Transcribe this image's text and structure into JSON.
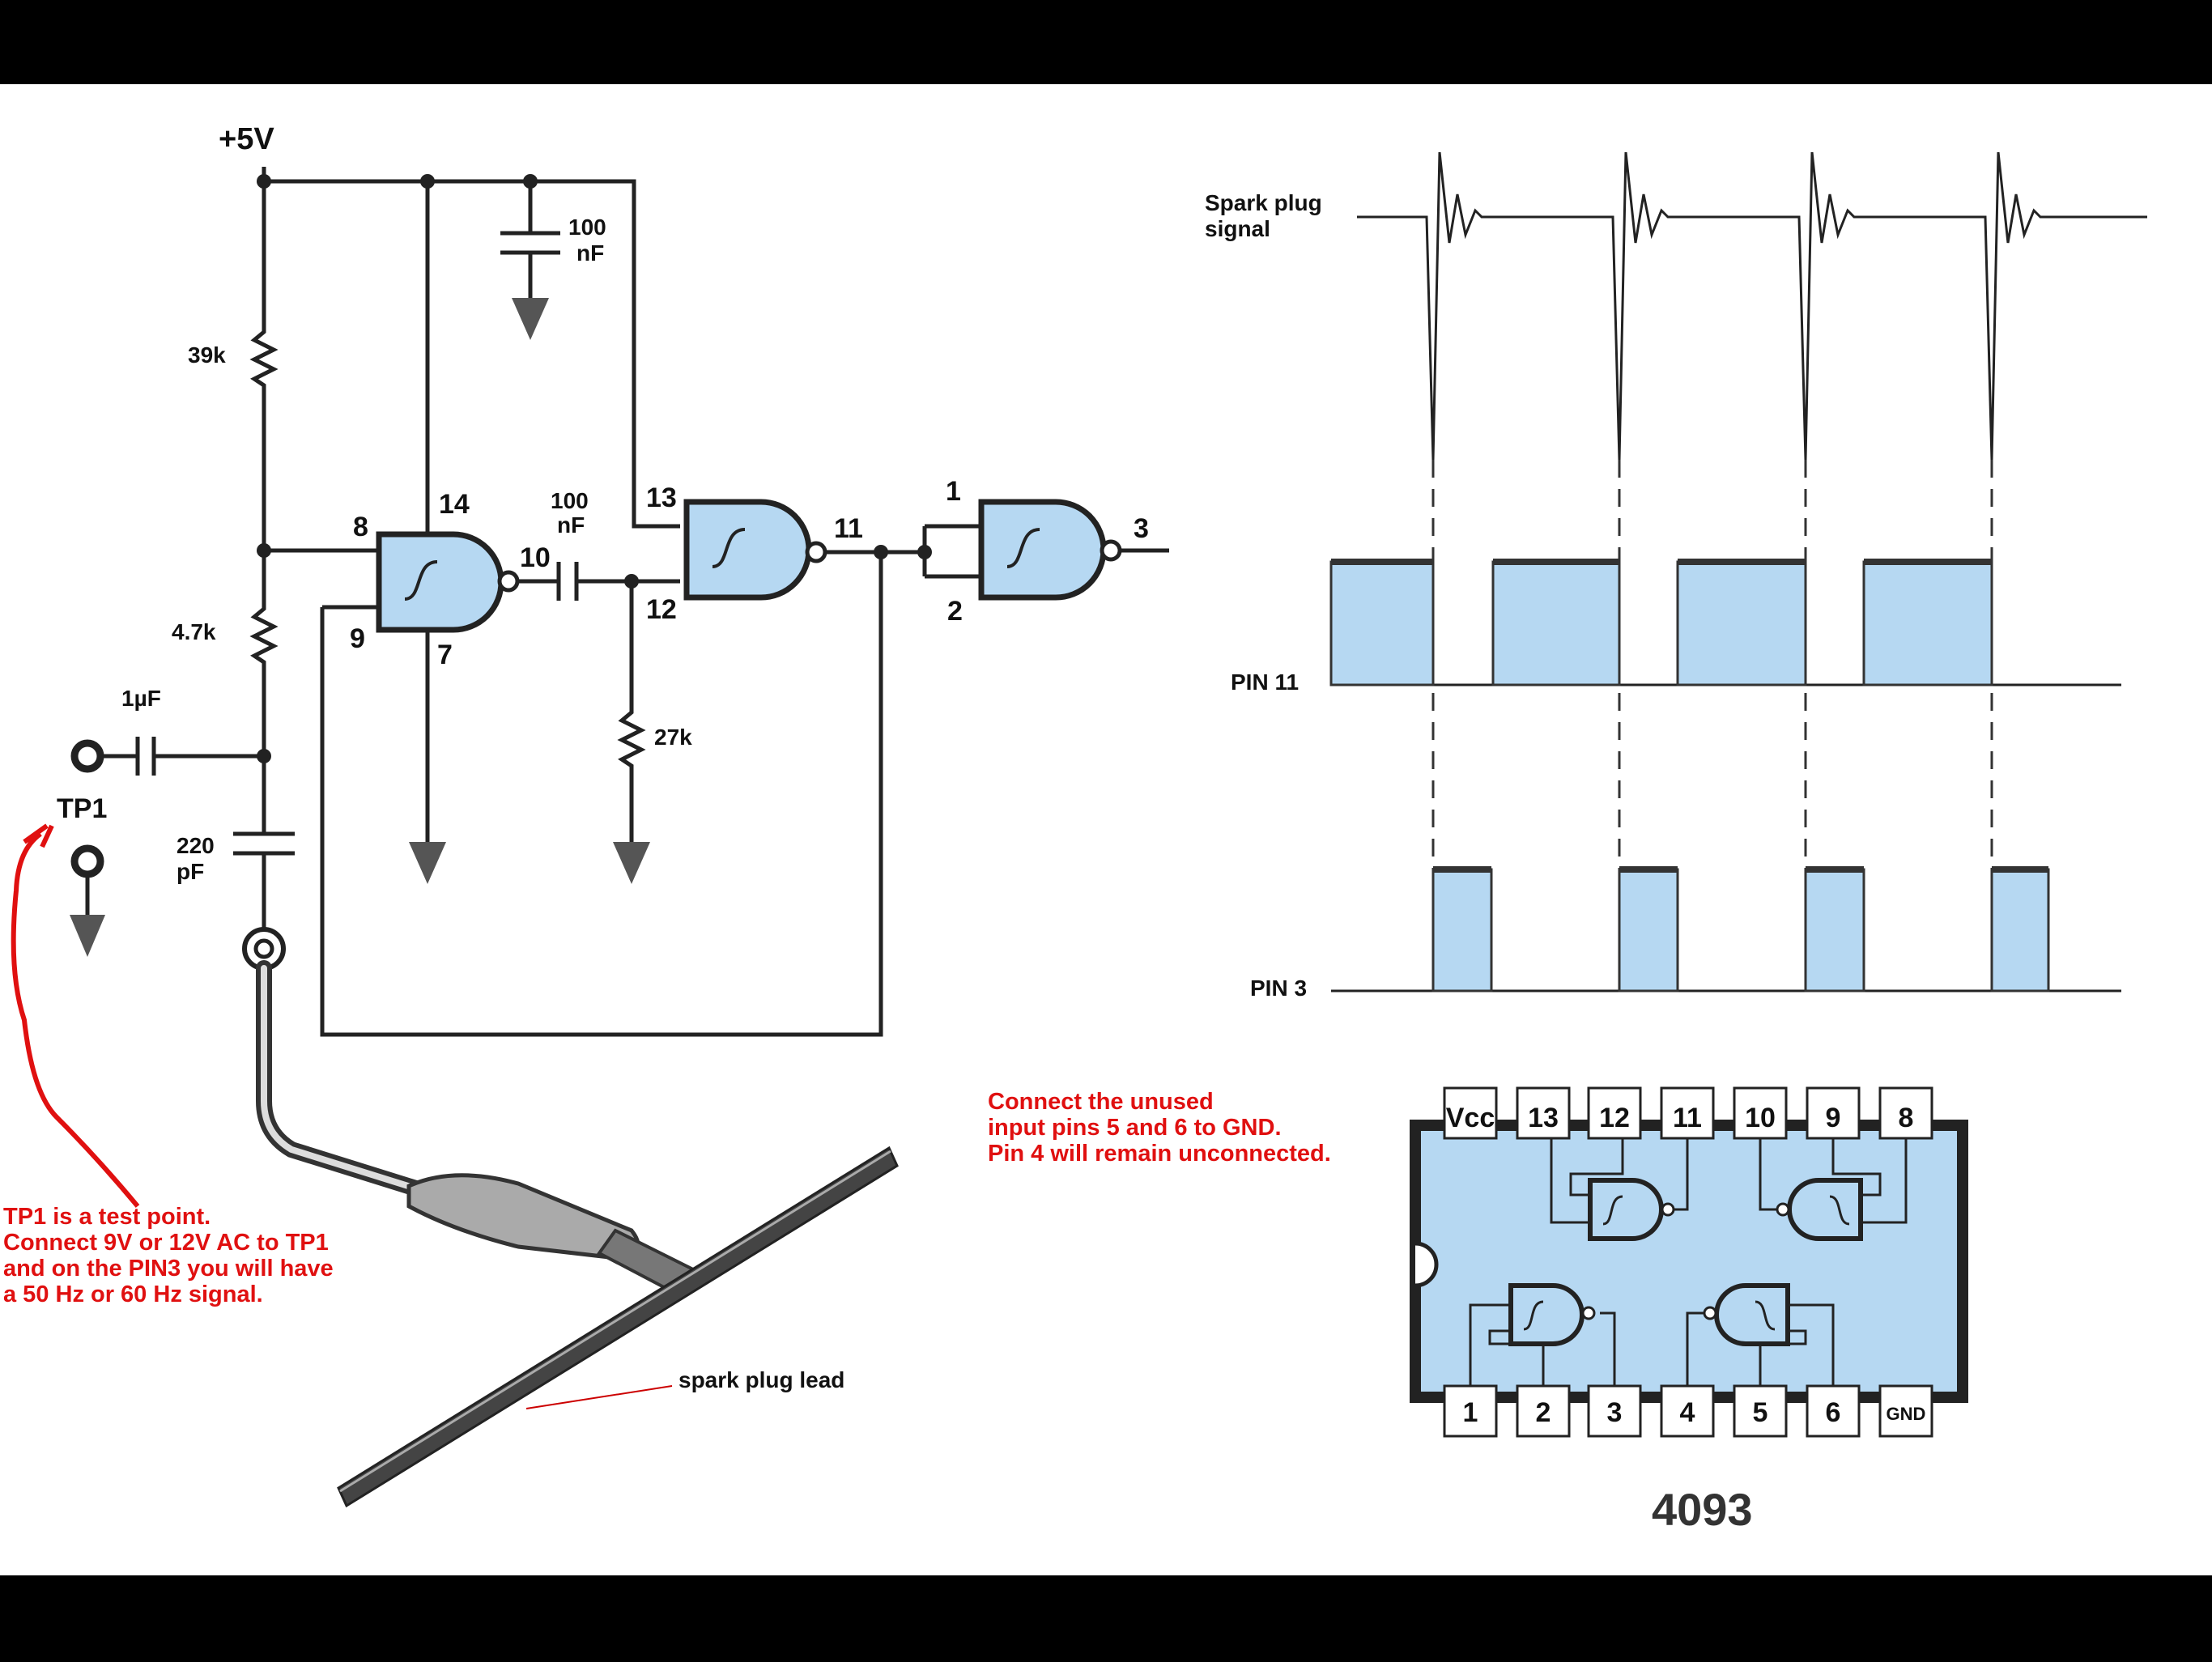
{
  "schematic": {
    "supply_label": "+5V",
    "r1_label": "39k",
    "r2_label": "4.7k",
    "r3_label": "27k",
    "c_supply_label": [
      "100",
      "nF"
    ],
    "c_couple_label": [
      "100",
      "nF"
    ],
    "c_input_label": "1µF",
    "c_lead_label": [
      "220",
      "pF"
    ],
    "tp_label": "TP1",
    "gate1_pins": {
      "in_a": "8",
      "in_b": "9",
      "vdd": "14",
      "gnd": "7",
      "out": "10"
    },
    "gate2_pins": {
      "in_a": "13",
      "in_b": "12",
      "out": "11"
    },
    "gate3_pins": {
      "in_a": "1",
      "in_b": "2",
      "out": "3"
    },
    "lead_label": "spark plug lead"
  },
  "notes": {
    "tp1_note": [
      "TP1 is a test point.",
      "Connect 9V or 12V AC to TP1",
      "and on the PIN3 you will have",
      "a 50 Hz or 60 Hz signal."
    ],
    "unused_note": [
      "Connect the unused",
      "input pins 5 and 6 to GND.",
      "Pin 4 will remain unconnected."
    ]
  },
  "timing": {
    "spark_label": [
      "Spark plug",
      "signal"
    ],
    "pin11_label": "PIN 11",
    "pin3_label": "PIN 3"
  },
  "ic": {
    "top_pins": [
      "Vcc",
      "13",
      "12",
      "11",
      "10",
      "9",
      "8"
    ],
    "bottom_pins": [
      "1",
      "2",
      "3",
      "4",
      "5",
      "6",
      "GND"
    ],
    "part_number": "4093"
  },
  "colors": {
    "gate_fill": "#b6d8f2",
    "note_red": "#e01010",
    "background": "#ffffff"
  }
}
